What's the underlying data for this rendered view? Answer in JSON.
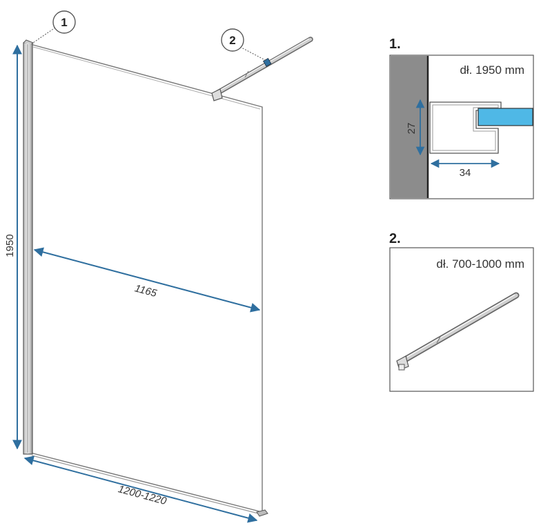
{
  "main_view": {
    "callout_1": "1",
    "callout_2": "2",
    "height_label": "1950",
    "glass_width_label": "1165",
    "total_width_label": "1200-1220"
  },
  "detail_1": {
    "title": "1.",
    "length_label": "dł. 1950 mm",
    "height_label": "27",
    "width_label": "34"
  },
  "detail_2": {
    "title": "2.",
    "length_label": "dł. 700-1000 mm"
  },
  "colors": {
    "dimension_line": "#2f6f9f",
    "wall": "#8c8c8c",
    "glass": "#4fb8e6",
    "frame": "#555555"
  }
}
